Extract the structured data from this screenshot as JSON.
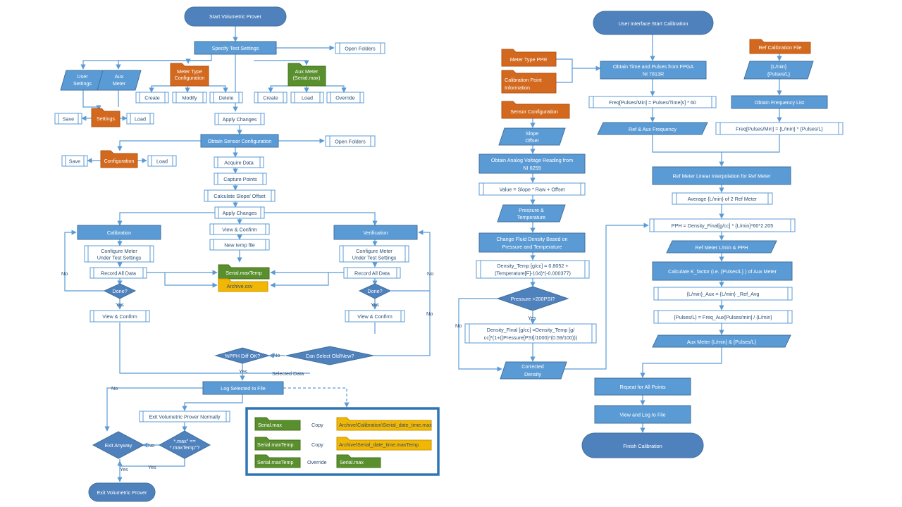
{
  "colors": {
    "blue": "#5b9bd5",
    "blue_dark": "#41719c",
    "terminator": "#4f81bd",
    "orange": "#d2691e",
    "green": "#5a8f2e",
    "yellow": "#f2b705",
    "legend_frame": "#2e75b6",
    "line": "#5b9bd5"
  },
  "left_flow": {
    "start": "Start Volumetric Prover",
    "specify_test_settings": "Specify Test Settings",
    "open_folders_1": "Open Folders",
    "user_settings": [
      "User",
      "Settings"
    ],
    "aux_meter": [
      "Aux",
      "Meter"
    ],
    "meter_type_config": [
      "Meter Type",
      "Configuration"
    ],
    "aux_meter_serialmax": [
      "Aux Meter",
      "(Serial.max)"
    ],
    "create_1": "Create",
    "modify": "Modify",
    "delete": "Delete",
    "create_2": "Create",
    "load_aux": "Load",
    "override": "Override",
    "save_1": "Save",
    "settings": "Settings",
    "load_1": "Load",
    "apply_changes_1": "Apply Changes",
    "obtain_sensor_config": "Obtain Sensor Configuration",
    "open_folders_2": "Open Folders",
    "save_2": "Save",
    "configuration": "Configuration",
    "load_2": "Load",
    "acquire_data": "Acquire Data",
    "capture_points": "Capture Points",
    "calculate_slope": "Calculate Slope/ Offset",
    "apply_changes_2": "Apply Changes",
    "calibration": "Calibration",
    "verification": "Verification",
    "view_confirm_1": "View & Confirm",
    "new_temp_file": "New temp file",
    "configure_meter_cal": [
      "Configure Meter",
      "Under Test Settings"
    ],
    "configure_meter_ver": [
      "Configure Meter",
      "Under Test Settings"
    ],
    "record_all_data_cal": "Record All Data",
    "record_all_data_ver": "Record All Data",
    "serial_maxtemp": "Serial.maxTemp",
    "archive_csv": "Archive.csv",
    "done_cal": "Done?",
    "done_ver": "Done?",
    "no_cal": "No",
    "no_ver": "No",
    "yes_cal": "Yes",
    "yes_ver": "Yes",
    "view_confirm_cal": "View & Confirm",
    "view_confirm_ver": "View & Confirm",
    "pph_diff": "%PPH Diff OK?",
    "no_pph": "No",
    "can_select": "Can Select Old/New?",
    "no_select": "No",
    "yes_pph": "Yes",
    "selected_data": "Selected Data",
    "log_selected": "Log Selected to File",
    "no_exit": "No",
    "exit_normally": "Exit Volumetric Prover Normally",
    "exit_anyway": "Exit Anyway",
    "no_anyway": "No",
    "max_compare": [
      "*.max\" ==",
      "*.maxTemp\"?"
    ],
    "yes_compare": "Yes",
    "yes_anyway": "Yes",
    "exit_prover": "Exit Volumetric Prover"
  },
  "legend": {
    "rows": [
      {
        "source": "Serial.max",
        "action": "Copy",
        "target": "Archive\\Calibration\\Serial_date_time.max"
      },
      {
        "source": "Serial.maxTemp",
        "action": "Copy",
        "target": "Archive\\Serial_date_time.maxTemp"
      },
      {
        "source": "Serial.maxTemp",
        "action": "Override",
        "target": "Serial.max"
      }
    ]
  },
  "mid_flow": {
    "meter_type_ppr": "Meter Type PPR",
    "calibration_point_info": [
      "Calibration Point",
      "Information"
    ],
    "sensor_configuration": "Sensor Configuration",
    "slope_offset": [
      "Slope",
      "Offset"
    ],
    "obtain_analog": [
      "Obtain Analog Voltage Reading from",
      "NI 6259"
    ],
    "value_formula": "Value = Slope * Raw + Offset",
    "pressure_temp": [
      "Pressure &",
      "Temperature"
    ],
    "change_density": [
      "Change Fluid Density Based on",
      "Pressure and Temperature"
    ],
    "density_temp": [
      "Density_Temp [g/cc] = 0.8052 +",
      "(Temperature[F]-104)*(-0.000377)"
    ],
    "pressure_check": "Pressure >200PSI?",
    "yes_pressure": "Yes",
    "no_pressure": "No",
    "density_final": [
      "Density_Final [g/cc] =Density_Temp [g/",
      "cc]*(1+((Pressure[PSI]/1000)*(0.59/100)))"
    ],
    "corrected_density": [
      "Corrected",
      "Density"
    ]
  },
  "right_flow": {
    "start_calibration": "User Interface Start Calibration",
    "obtain_time_pulses": [
      "Obtain Time and Pulses from FPGA",
      "NI 7813R"
    ],
    "freq_pulses": "Freq[Pulses/Min] = Pulses/Time[s] * 60",
    "ref_aux_freq": "Ref & Aux Frequency",
    "ref_cal_file": "Ref Calibration File",
    "lmin_pulses": [
      "{L/min}",
      "{Pulses/L}"
    ],
    "obtain_freq_list": "Obtain Frequency List",
    "freq_lmin": "Freq[Pulses/Min] = {L/min} * {Pulses/L}",
    "ref_meter_interp": "Ref Meter Linear Interpolation for Ref Meter",
    "average_lmin": "Average {L/min} of 2 Ref Meter",
    "pph_formula": "PPH = Density_Final[g/cc] * {L/min}*60*2.205",
    "ref_meter_lmin_pph": "Ref Meter L/min & PPH",
    "calc_kfactor": "Calculate K_factor (i.e. {Pulses/L} ) of Aux Meter",
    "lmin_aux": "{L/min}_Aux = {L/min} _Ref_Avg",
    "pulses_l": "{Pulses/L} = Freq_Aux[Pulses/min] / {L/min}",
    "aux_meter_lmin": "Aux Meter {L/min} & {Pulses/L}",
    "repeat_all": "Repeat for All Points",
    "view_log": "View and Log to File",
    "finish_calibration": "Finish Calibration"
  }
}
